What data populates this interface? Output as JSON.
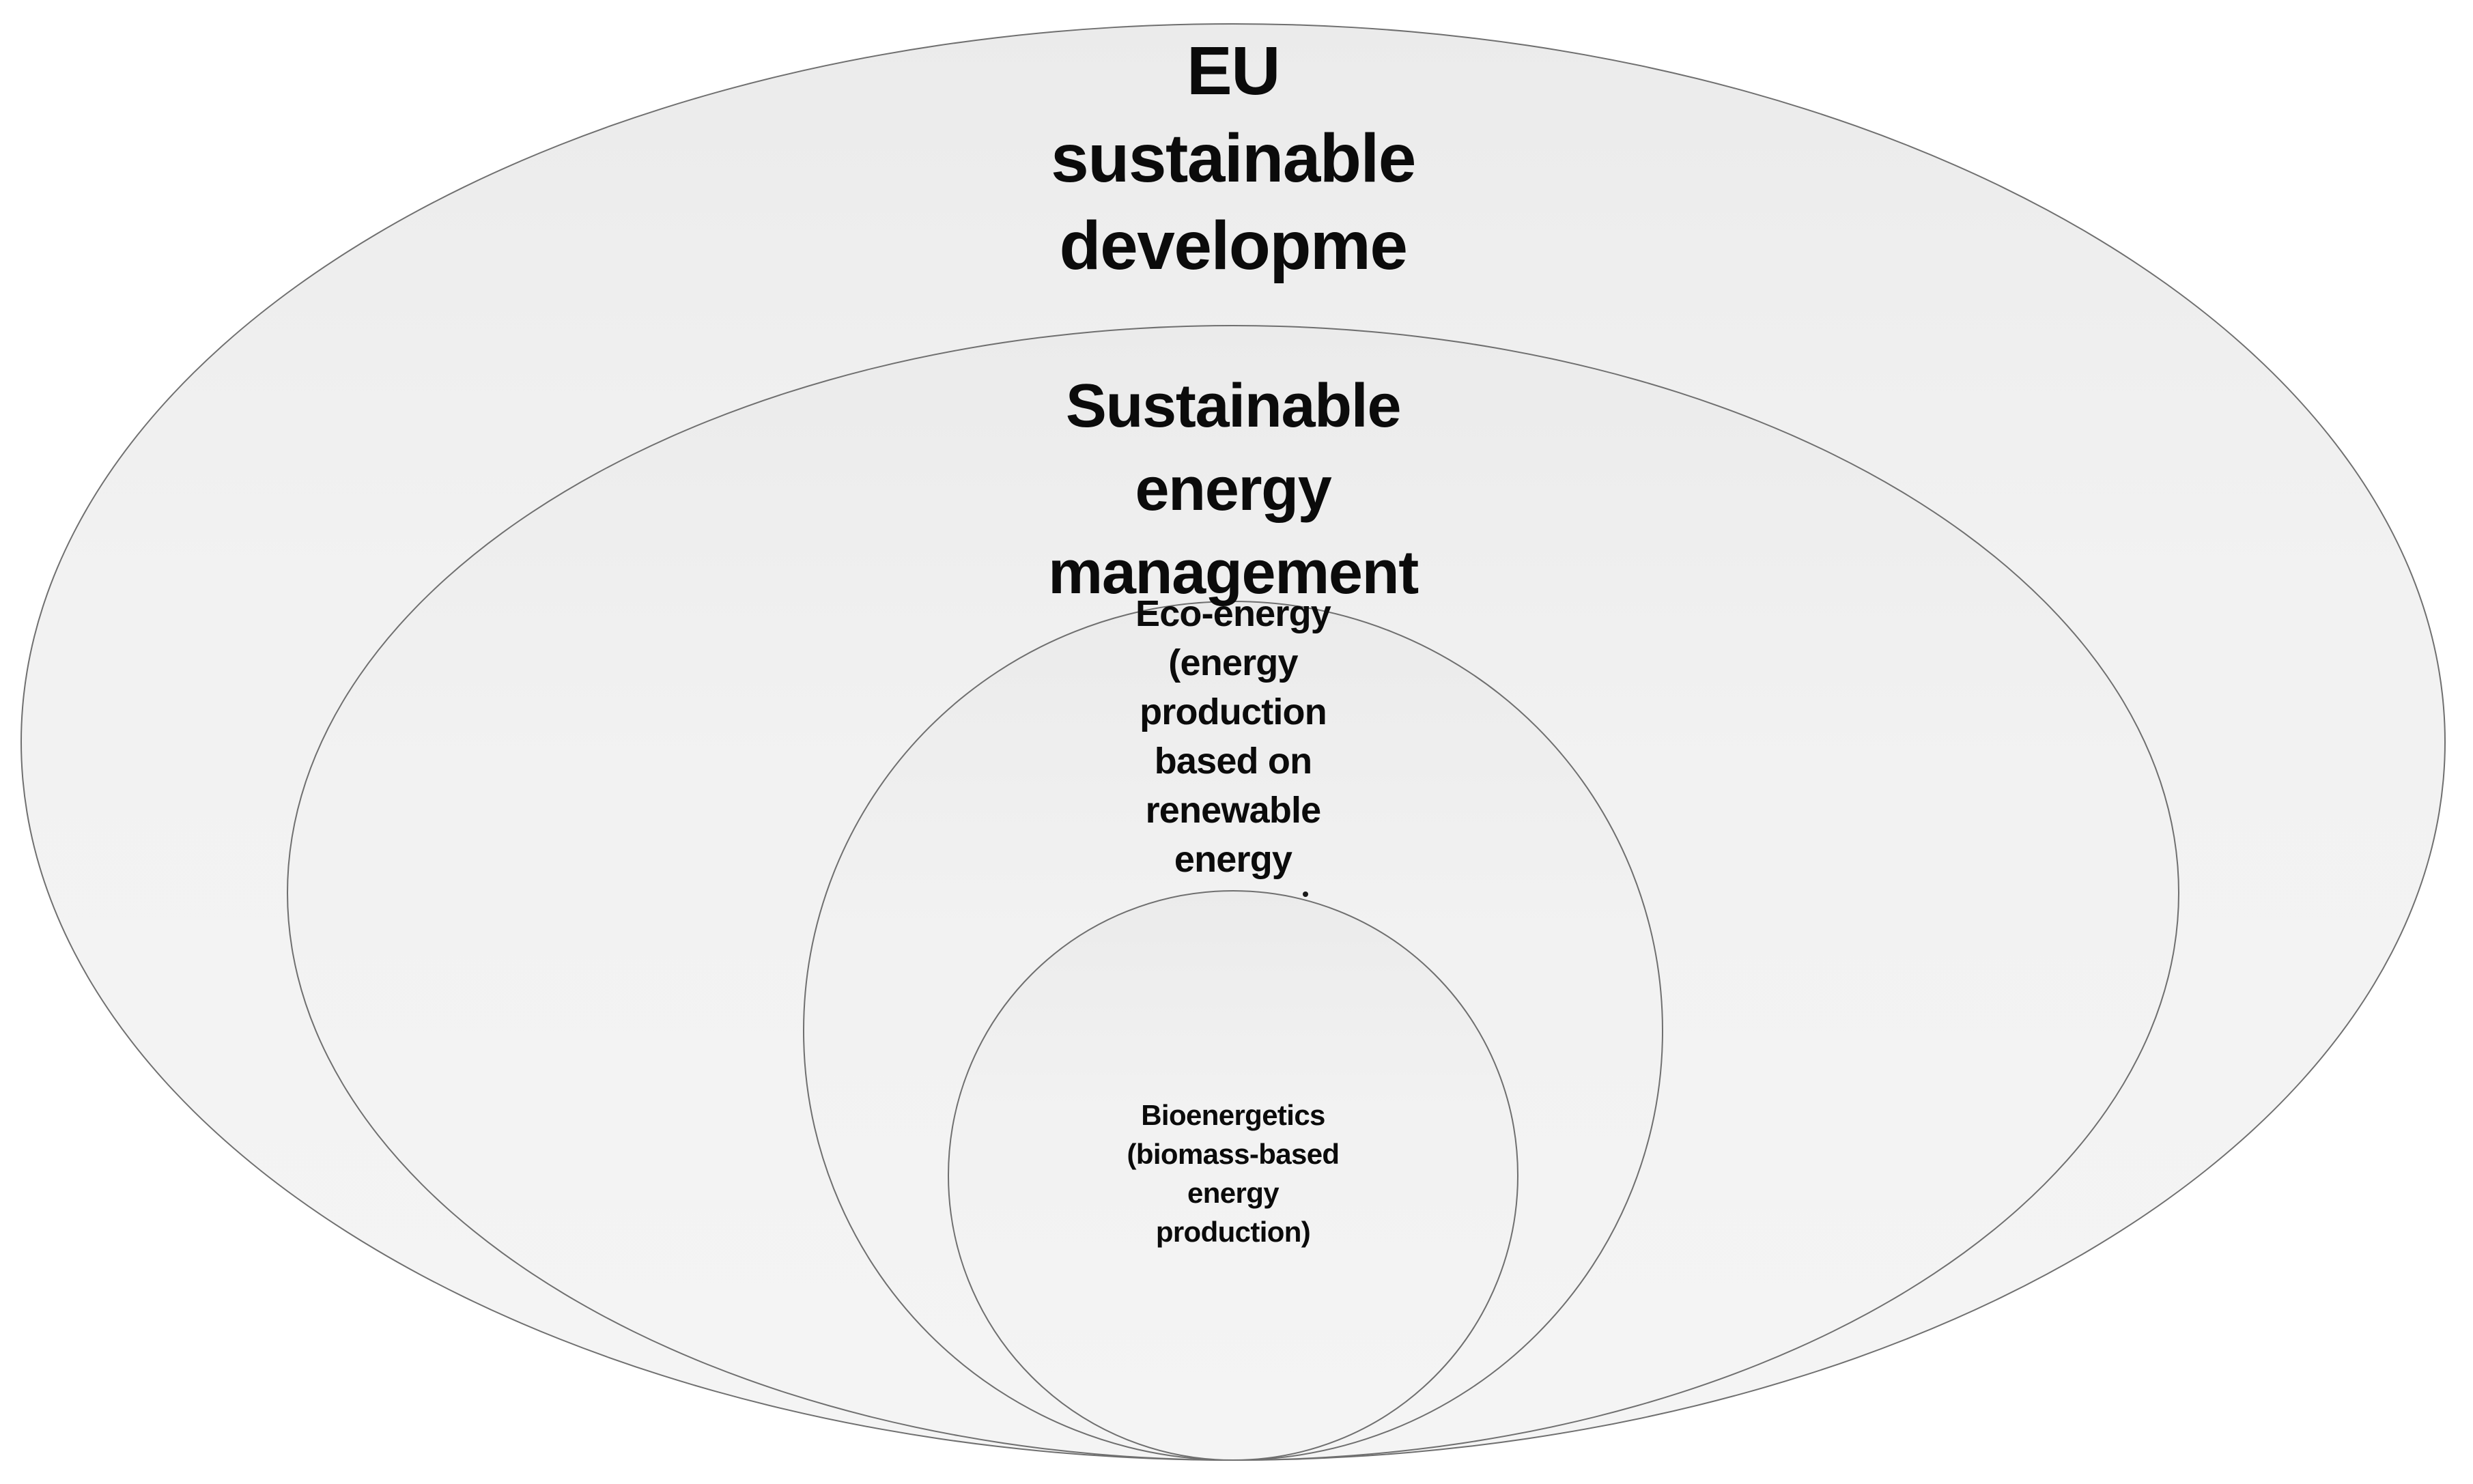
{
  "diagram": {
    "type": "nested-ellipses-venn",
    "background_color": "#ffffff",
    "stroke_color": "#6f6f6f",
    "fill_color_top": "#ebebeb",
    "fill_color_bottom": "#f4f4f4",
    "text_color": "#0b0b0b",
    "rings": [
      {
        "name": "eu-sustainable-development",
        "level": 1,
        "label": "EU\nsustainable\ndevelopme"
      },
      {
        "name": "sustainable-energy-management",
        "level": 2,
        "label": "Sustainable\nenergy\nmanagement"
      },
      {
        "name": "eco-energy",
        "level": 3,
        "label": "Eco-energy\n(energy\nproduction\nbased on\nrenewable\nenergy"
      },
      {
        "name": "bioenergetics",
        "level": 4,
        "label": "Bioenergetics\n(biomass-based\nenergy\nproduction)"
      }
    ],
    "artifacts": {
      "stray_dot": "."
    }
  }
}
